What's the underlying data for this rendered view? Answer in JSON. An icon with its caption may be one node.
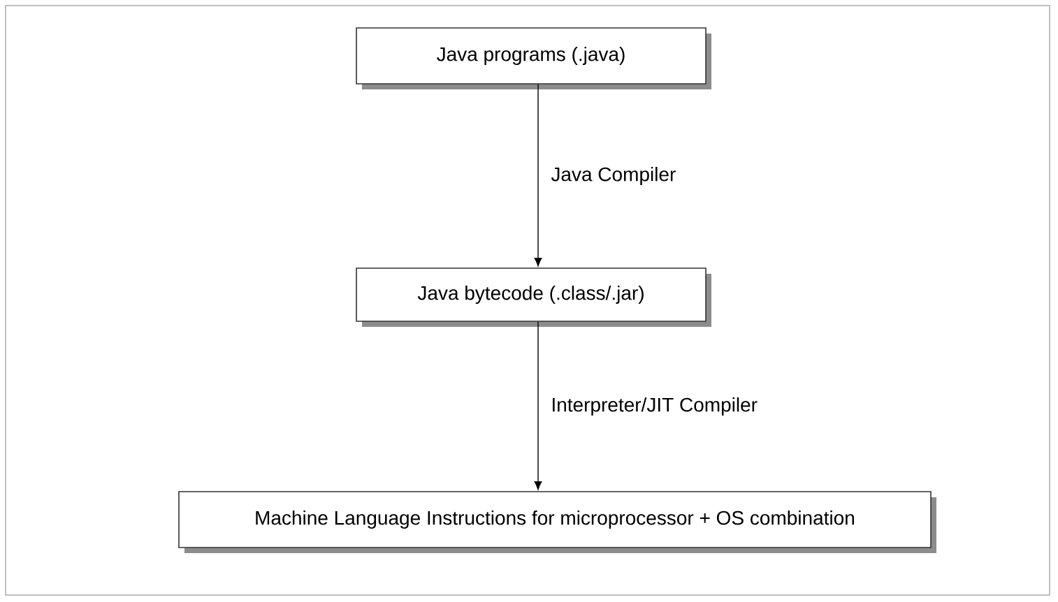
{
  "diagram": {
    "nodes": [
      {
        "text": [
          "Java programs (.java)"
        ]
      },
      {
        "text": [
          "Java bytecode (.class/.jar)"
        ]
      },
      {
        "text": [
          "Machine Language Instructions for microprocessor + OS combination"
        ]
      }
    ],
    "edges": [
      {
        "from": 0,
        "to": 1,
        "arrow": "to",
        "label": "Java Compiler"
      },
      {
        "from": 1,
        "to": 2,
        "arrow": "to",
        "label": "Interpreter/JIT Compiler"
      }
    ]
  }
}
